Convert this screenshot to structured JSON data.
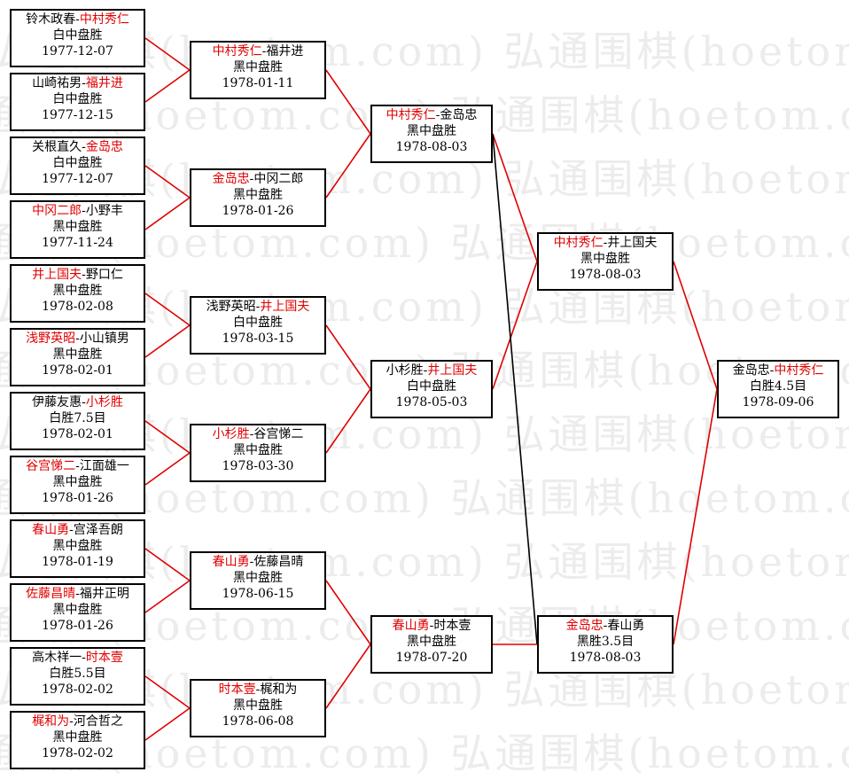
{
  "watermark": "弘通围棋(hoetom.com)",
  "colors": {
    "winner": "#e00000",
    "win_line": "#e00000",
    "line": "#000000",
    "border": "#000000"
  },
  "matches": {
    "r1": [
      {
        "p1": "铃木政春",
        "p2": "中村秀仁",
        "winner": 2,
        "result": "白中盘胜",
        "date": "1977-12-07"
      },
      {
        "p1": "山崎祐男",
        "p2": "福井进",
        "winner": 2,
        "result": "白中盘胜",
        "date": "1977-12-15"
      },
      {
        "p1": "关根直久",
        "p2": "金岛忠",
        "winner": 2,
        "result": "白中盘胜",
        "date": "1977-12-07"
      },
      {
        "p1": "中冈二郎",
        "p2": "小野丰",
        "winner": 1,
        "result": "黑中盘胜",
        "date": "1977-11-24"
      },
      {
        "p1": "井上国夫",
        "p2": "野口仁",
        "winner": 1,
        "result": "黑中盘胜",
        "date": "1978-02-08"
      },
      {
        "p1": "浅野英昭",
        "p2": "小山镇男",
        "winner": 1,
        "result": "黑中盘胜",
        "date": "1978-02-01"
      },
      {
        "p1": "伊藤友惠",
        "p2": "小杉胜",
        "winner": 2,
        "result": "白胜7.5目",
        "date": "1978-02-01"
      },
      {
        "p1": "谷宫悌二",
        "p2": "江面雄一",
        "winner": 1,
        "result": "黑中盘胜",
        "date": "1978-01-26"
      },
      {
        "p1": "春山勇",
        "p2": "宫泽吾朗",
        "winner": 1,
        "result": "黑中盘胜",
        "date": "1978-01-19"
      },
      {
        "p1": "佐藤昌晴",
        "p2": "福井正明",
        "winner": 1,
        "result": "黑中盘胜",
        "date": "1978-01-26"
      },
      {
        "p1": "高木祥一",
        "p2": "时本壹",
        "winner": 2,
        "result": "白胜5.5目",
        "date": "1978-02-02"
      },
      {
        "p1": "梶和为",
        "p2": "河合哲之",
        "winner": 1,
        "result": "黑中盘胜",
        "date": "1978-02-02"
      }
    ],
    "r2": [
      {
        "p1": "中村秀仁",
        "p2": "福井进",
        "winner": 1,
        "result": "黑中盘胜",
        "date": "1978-01-11"
      },
      {
        "p1": "金岛忠",
        "p2": "中冈二郎",
        "winner": 1,
        "result": "黑中盘胜",
        "date": "1978-01-26"
      },
      {
        "p1": "浅野英昭",
        "p2": "井上国夫",
        "winner": 2,
        "result": "白中盘胜",
        "date": "1978-03-15"
      },
      {
        "p1": "小杉胜",
        "p2": "谷宫悌二",
        "winner": 1,
        "result": "黑中盘胜",
        "date": "1978-03-30"
      },
      {
        "p1": "春山勇",
        "p2": "佐藤昌晴",
        "winner": 1,
        "result": "黑中盘胜",
        "date": "1978-06-15"
      },
      {
        "p1": "时本壹",
        "p2": "梶和为",
        "winner": 1,
        "result": "黑中盘胜",
        "date": "1978-06-08"
      }
    ],
    "r3": [
      {
        "p1": "中村秀仁",
        "p2": "金岛忠",
        "winner": 1,
        "result": "黑中盘胜",
        "date": "1978-08-03"
      },
      {
        "p1": "小杉胜",
        "p2": "井上国夫",
        "winner": 2,
        "result": "白中盘胜",
        "date": "1978-05-03"
      },
      {
        "p1": "春山勇",
        "p2": "时本壹",
        "winner": 1,
        "result": "黑中盘胜",
        "date": "1978-07-20"
      }
    ],
    "r4": [
      {
        "p1": "中村秀仁",
        "p2": "井上国夫",
        "winner": 1,
        "result": "黑中盘胜",
        "date": "1978-08-03"
      },
      {
        "p1": "金岛忠",
        "p2": "春山勇",
        "winner": 1,
        "result": "黑胜3.5目",
        "date": "1978-08-03"
      }
    ],
    "final": [
      {
        "p1": "金岛忠",
        "p2": "中村秀仁",
        "winner": 2,
        "result": "白胜4.5目",
        "date": "1978-09-06"
      }
    ]
  }
}
